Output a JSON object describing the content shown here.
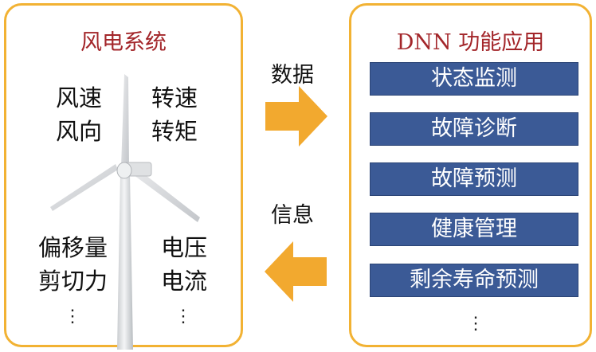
{
  "left_panel": {
    "title": "风电系统",
    "params_top_left": [
      "风速",
      "风向"
    ],
    "params_top_right": [
      "转速",
      "转矩"
    ],
    "params_bottom_left": [
      "偏移量",
      "剪切力"
    ],
    "params_bottom_right": [
      "电压",
      "电流"
    ]
  },
  "right_panel": {
    "title": "DNN 功能应用",
    "functions": [
      "状态监测",
      "故障诊断",
      "故障预测",
      "健康管理",
      "剩余寿命预测"
    ]
  },
  "arrows": {
    "to_right_label": "数据",
    "to_left_label": "信息"
  },
  "colors": {
    "panel_border": "#F2B233",
    "title_red": "#A3262A",
    "box_blue": "#3B5A96",
    "arrow_orange": "#F2A92F"
  }
}
